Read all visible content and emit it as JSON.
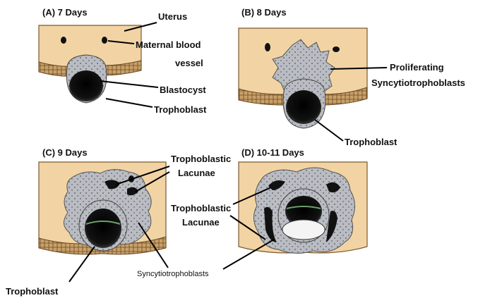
{
  "panels": {
    "a": {
      "title": "(A)  7 Days"
    },
    "b": {
      "title": "(B)  8 Days"
    },
    "c": {
      "title": "(C)  9 Days"
    },
    "d": {
      "title": "(D)  10-11 Days"
    }
  },
  "labels": {
    "uterus": "Uterus",
    "maternal_line1": "Maternal blood",
    "maternal_line2": "vessel",
    "blastocyst": "Blastocyst",
    "trophoblast_a": "Trophoblast",
    "proliferating_line1": "Proliferating",
    "proliferating_line2": "Syncytiotrophoblasts",
    "trophoblast_b": "Trophoblast",
    "lacunae_c_line1": "Trophoblastic",
    "lacunae_c_line2": "Lacunae",
    "lacunae_d_line1": "Trophoblastic",
    "lacunae_d_line2": "Lacunae",
    "syncytio": "Syncytiotrophoblasts",
    "trophoblast_c": "Trophoblast"
  },
  "colors": {
    "uterus": "#f2d4a4",
    "border": "#7a5a32",
    "basal_layer": "#c8a06a",
    "cell_mass": "#b9bcc2",
    "blastocyst": "#111111"
  }
}
